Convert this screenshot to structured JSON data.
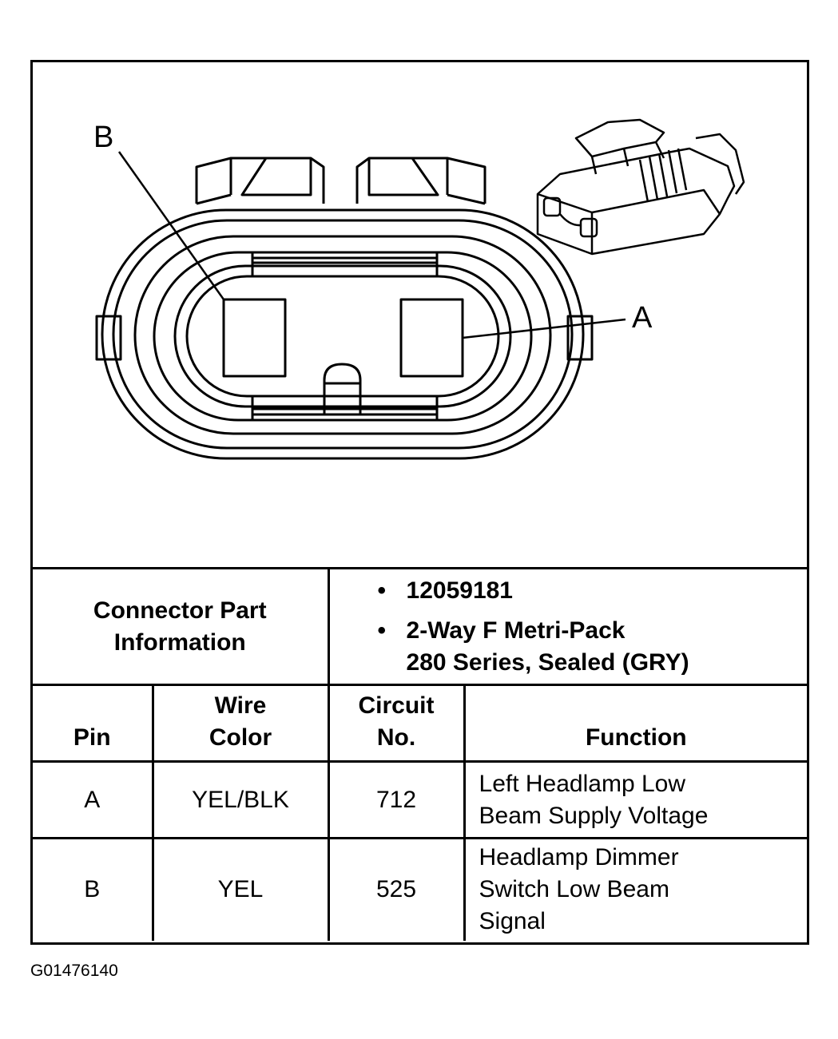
{
  "callouts": {
    "pin_b": "B",
    "pin_a": "A"
  },
  "connector_info": {
    "label_line1": "Connector Part",
    "label_line2": "Information",
    "items": [
      {
        "bullet": "•",
        "lines": [
          "12059181"
        ]
      },
      {
        "bullet": "•",
        "lines": [
          "2-Way F Metri-Pack",
          "280 Series, Sealed (GRY)"
        ]
      }
    ]
  },
  "pin_table": {
    "headers": {
      "pin": [
        "Pin"
      ],
      "wire_color": [
        "Wire",
        "Color"
      ],
      "circuit": [
        "Circuit",
        "No."
      ],
      "function": [
        "Function"
      ]
    },
    "rows": [
      {
        "pin": "A",
        "wire_color": "YEL/BLK",
        "circuit": "712",
        "function": [
          "Left Headlamp Low",
          "Beam Supply Voltage"
        ]
      },
      {
        "pin": "B",
        "wire_color": "YEL",
        "circuit": "525",
        "function": [
          "Headlamp Dimmer",
          "Switch Low Beam",
          "Signal"
        ]
      }
    ]
  },
  "figure_code": "G01476140"
}
